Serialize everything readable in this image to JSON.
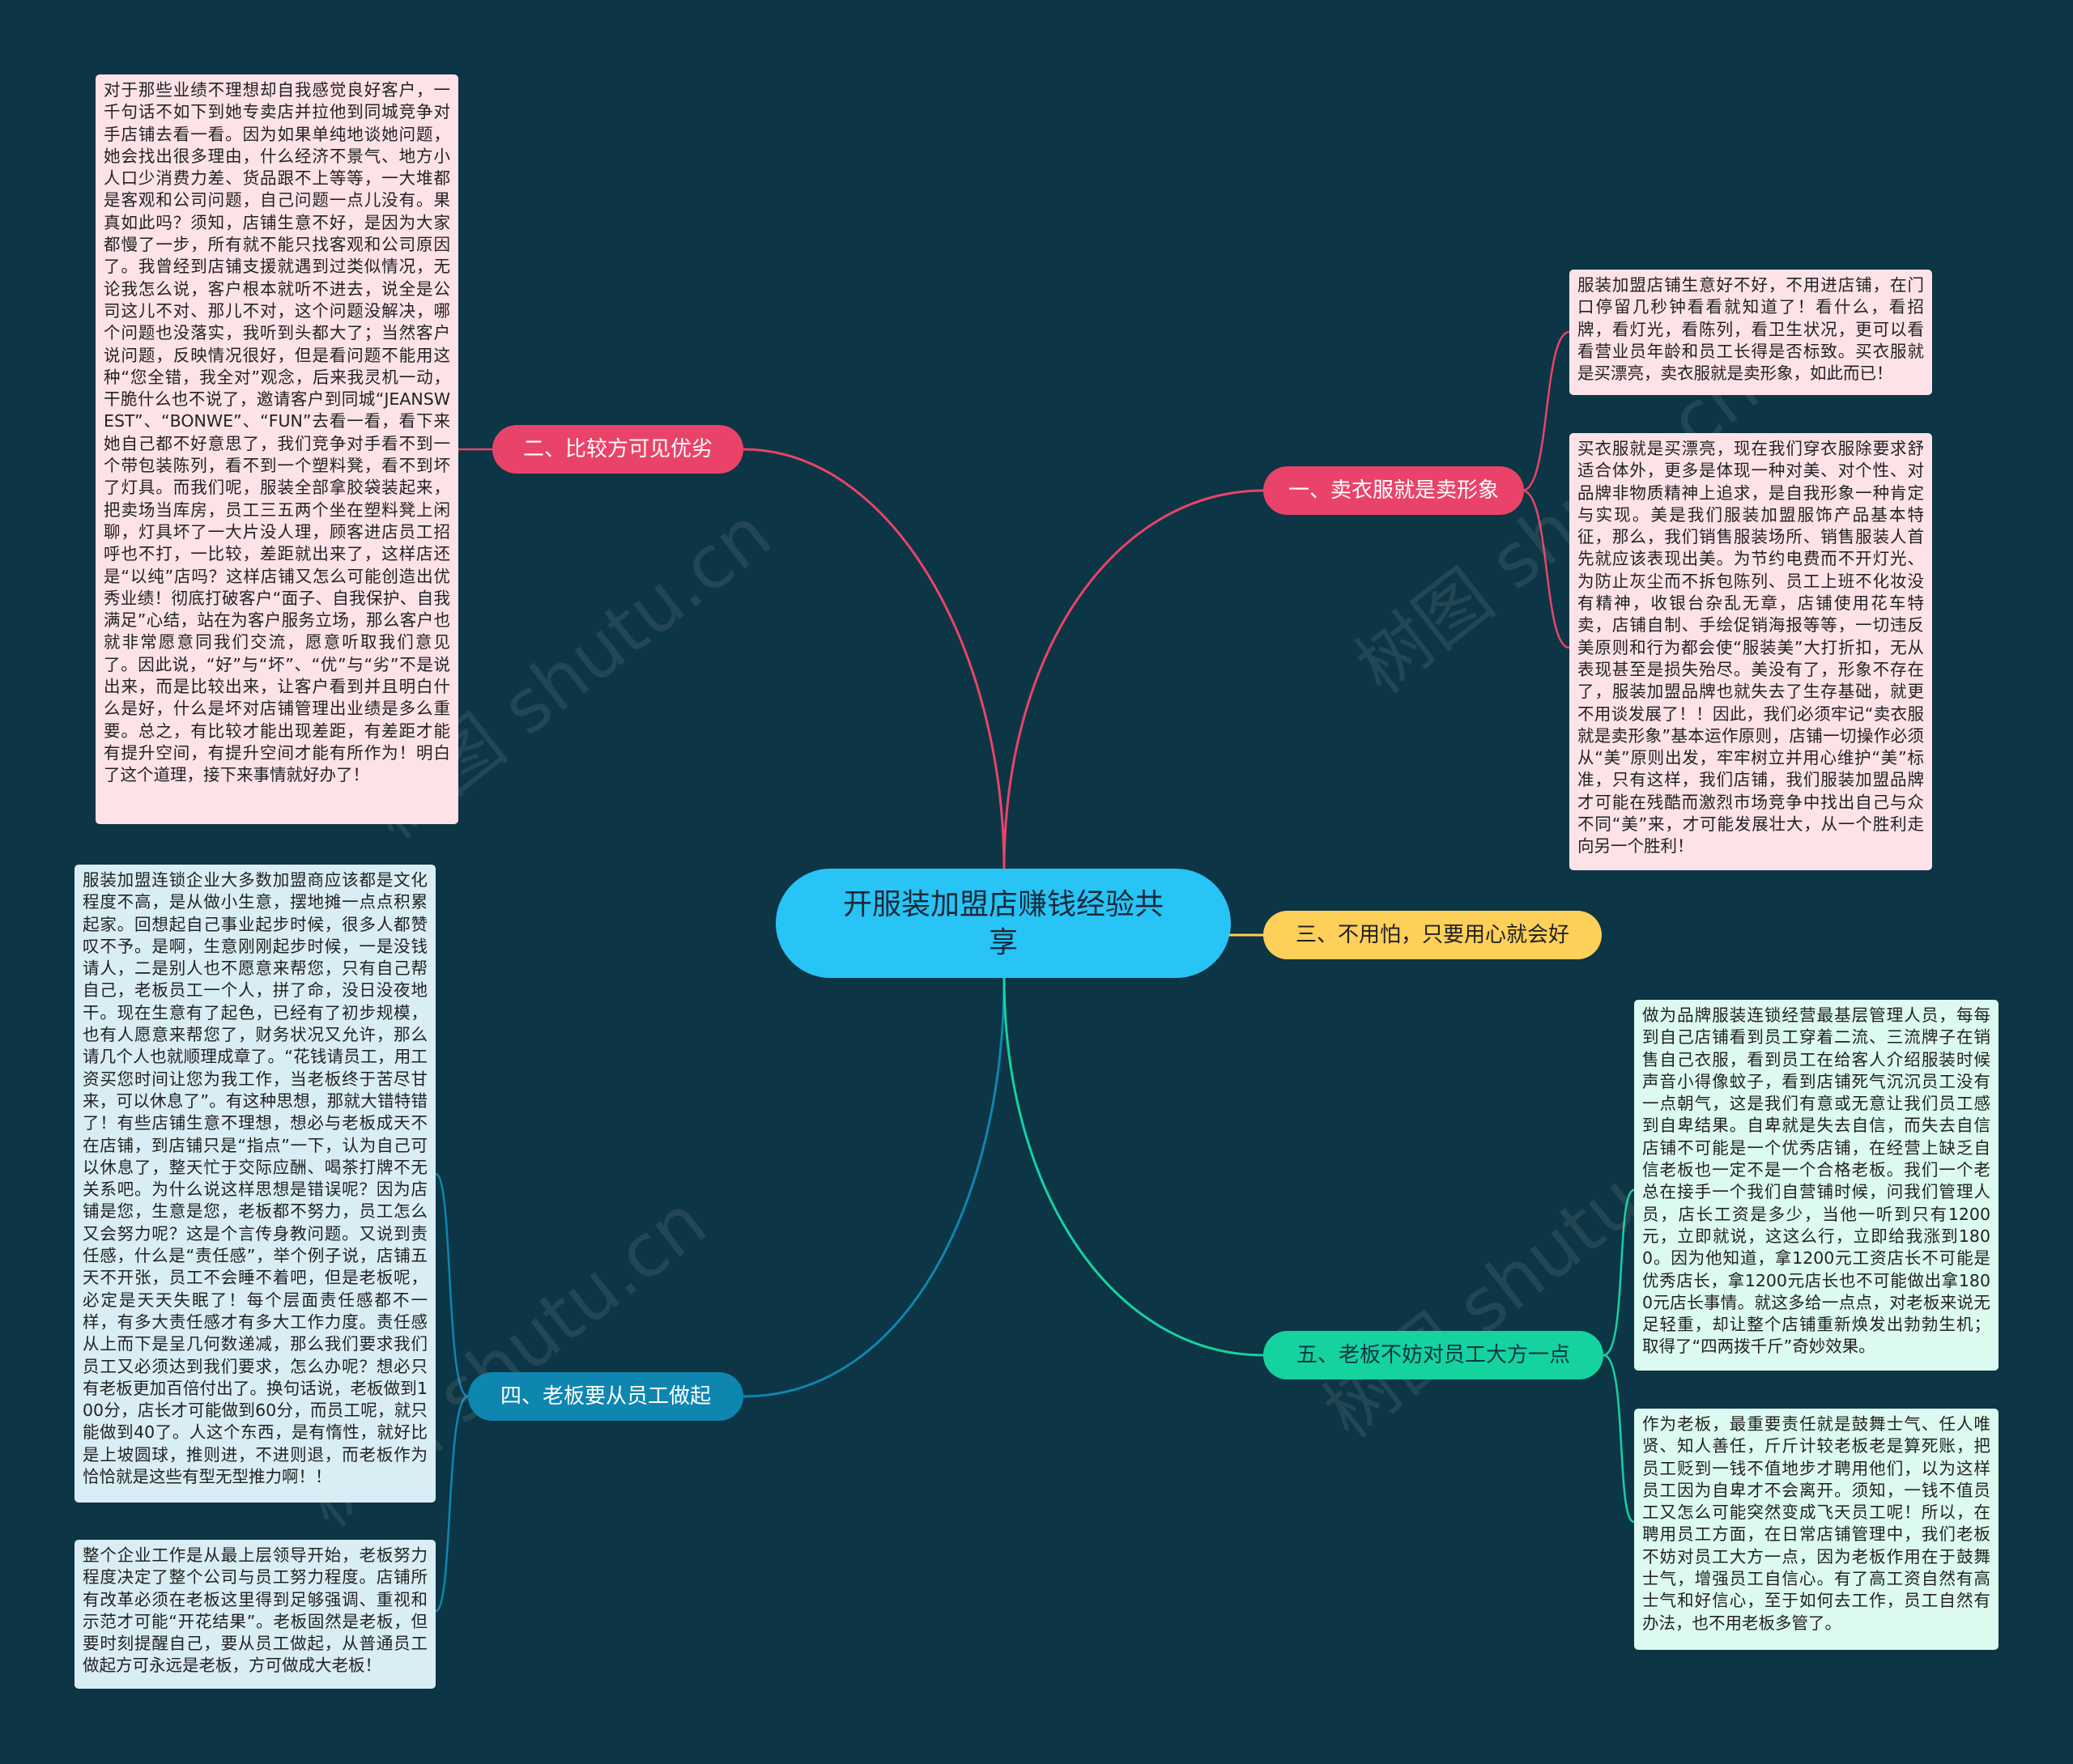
{
  "central": {
    "title": "开服装加盟店赚钱经验共享"
  },
  "topics": {
    "t1": "一、卖衣服就是卖形象",
    "t2": "二、比较方可见优劣",
    "t3": "三、不用怕，只要用心就会好",
    "t4": "四、老板要从员工做起",
    "t5": "五、老板不妨对员工大方一点"
  },
  "notes": {
    "n1a": "服装加盟店铺生意好不好，不用进店铺，在门口停留几秒钟看看就知道了！看什么，看招牌，看灯光，看陈列，看卫生状况，更可以看看营业员年龄和员工长得是否标致。买衣服就是买漂亮，卖衣服就是卖形象，如此而已！",
    "n1b": "买衣服就是买漂亮，现在我们穿衣服除要求舒适合体外，更多是体现一种对美、对个性、对品牌非物质精神上追求，是自我形象一种肯定与实现。美是我们服装加盟服饰产品基本特征，那么，我们销售服装场所、销售服装人首先就应该表现出美。为节约电费而不开灯光、为防止灰尘而不拆包陈列、员工上班不化妆没有精神，收银台杂乱无章，店铺使用花车特卖，店铺自制、手绘促销海报等等，一切违反美原则和行为都会使“服装美”大打折扣，无从表现甚至是损失殆尽。美没有了，形象不存在了，服装加盟品牌也就失去了生存基础，就更不用谈发展了！！因此，我们必须牢记“卖衣服就是卖形象”基本运作原则，店铺一切操作必须从“美”原则出发，牢牢树立并用心维护“美”标准，只有这样，我们店铺，我们服装加盟品牌才可能在残酷而激烈市场竞争中找出自己与众不同“美”来，才可能发展壮大，从一个胜利走向另一个胜利！",
    "n2": "对于那些业绩不理想却自我感觉良好客户，一千句话不如下到她专卖店并拉他到同城竞争对手店铺去看一看。因为如果单纯地谈她问题，她会找出很多理由，什么经济不景气、地方小人口少消费力差、货品跟不上等等，一大堆都是客观和公司问题，自己问题一点儿没有。果真如此吗？须知，店铺生意不好，是因为大家都慢了一步，所有就不能只找客观和公司原因了。我曾经到店铺支援就遇到过类似情况，无论我怎么说，客户根本就听不进去，说全是公司这儿不对、那儿不对，这个问题没解决，哪个问题也没落实，我听到头都大了；当然客户说问题，反映情况很好，但是看问题不能用这种“您全错，我全对”观念，后来我灵机一动，干脆什么也不说了，邀请客户到同城“JEANSWEST”、“BONWE”、“FUN”去看一看，看下来她自己都不好意思了，我们竞争对手看不到一个带包装陈列，看不到一个塑料凳，看不到坏了灯具。而我们呢，服装全部拿胶袋装起来，把卖场当库房，员工三五两个坐在塑料凳上闲聊，灯具坏了一大片没人理，顾客进店员工招呼也不打，一比较，差距就出来了，这样店还是“以纯”店吗？这样店铺又怎么可能创造出优秀业绩！彻底打破客户“面子、自我保护、自我满足”心结，站在为客户服务立场，那么客户也就非常愿意同我们交流，愿意听取我们意见了。因此说，“好”与“坏”、“优”与“劣”不是说出来，而是比较出来，让客户看到并且明白什么是好，什么是坏对店铺管理出业绩是多么重要。总之，有比较才能出现差距，有差距才能有提升空间，有提升空间才能有所作为！明白了这个道理，接下来事情就好办了！",
    "n4a": "服装加盟连锁企业大多数加盟商应该都是文化程度不高，是从做小生意，摆地摊一点点积累起家。回想起自己事业起步时候，很多人都赞叹不予。是啊，生意刚刚起步时候，一是没钱请人，二是别人也不愿意来帮您，只有自己帮自己，老板员工一个人，拼了命，没日没夜地干。现在生意有了起色，已经有了初步规模，也有人愿意来帮您了，财务状况又允许，那么请几个人也就顺理成章了。“花钱请员工，用工资买您时间让您为我工作，当老板终于苦尽甘来，可以休息了”。有这种思想，那就大错特错了！有些店铺生意不理想，想必与老板成天不在店铺，到店铺只是“指点”一下，认为自己可以休息了，整天忙于交际应酬、喝茶打牌不无关系吧。为什么说这样思想是错误呢？因为店铺是您，生意是您，老板都不努力，员工怎么又会努力呢？这是个言传身教问题。又说到责任感，什么是“责任感”，举个例子说，店铺五天不开张，员工不会睡不着吧，但是老板呢，必定是天天失眠了！每个层面责任感都不一样，有多大责任感才有多大工作力度。责任感从上而下是呈几何数递减，那么我们要求我们员工又必须达到我们要求，怎么办呢？想必只有老板更加百倍付出了。换句话说，老板做到100分，店长才可能做到60分，而员工呢，就只能做到40了。人这个东西，是有惰性，就好比是上坡圆球，推则进，不进则退，而老板作为恰恰就是这些有型无型推力啊！！",
    "n4b": "整个企业工作是从最上层领导开始，老板努力程度决定了整个公司与员工努力程度。店铺所有改革必须在老板这里得到足够强调、重视和示范才可能“开花结果”。老板固然是老板，但要时刻提醒自己，要从员工做起，从普通员工做起方可永远是老板，方可做成大老板！",
    "n5a": "做为品牌服装连锁经营最基层管理人员，每每到自己店铺看到员工穿着二流、三流牌子在销售自己衣服，看到员工在给客人介绍服装时候声音小得像蚊子，看到店铺死气沉沉员工没有一点朝气，这是我们有意或无意让我们员工感到自卑结果。自卑就是失去自信，而失去自信店铺不可能是一个优秀店铺，在经营上缺乏自信老板也一定不是一个合格老板。我们一个老总在接手一个我们自营铺时候，问我们管理人员，店长工资是多少，当他一听到只有1200元，立即就说，这这么行，立即给我涨到1800。因为他知道，拿1200元工资店长不可能是优秀店长，拿1200元店长也不可能做出拿1800元店长事情。就这多给一点点，对老板来说无足轻重，却让整个店铺重新焕发出勃勃生机；取得了“四两拨千斤”奇妙效果。",
    "n5b": "作为老板，最重要责任就是鼓舞士气、任人唯贤、知人善任，斤斤计较老板老是算死账，把员工贬到一钱不值地步才聘用他们，以为这样员工因为自卑才不会离开。须知，一钱不值员工又怎么可能突然变成飞天员工呢！所以，在聘用员工方面，在日常店铺管理中，我们老板不妨对员工大方一点，因为老板作用在于鼓舞士气，增强员工自信心。有了高工资自然有高士气和好信心，至于如何去工作，员工自然有办法，也不用老板多管了。"
  },
  "watermark": "树图 shutu.cn",
  "colors": {
    "background": "#0c3545",
    "central": "#27c4f5",
    "red": "#ea4369",
    "yellow": "#fdd05a",
    "teal": "#14d39f",
    "blue": "#0e86b0"
  }
}
